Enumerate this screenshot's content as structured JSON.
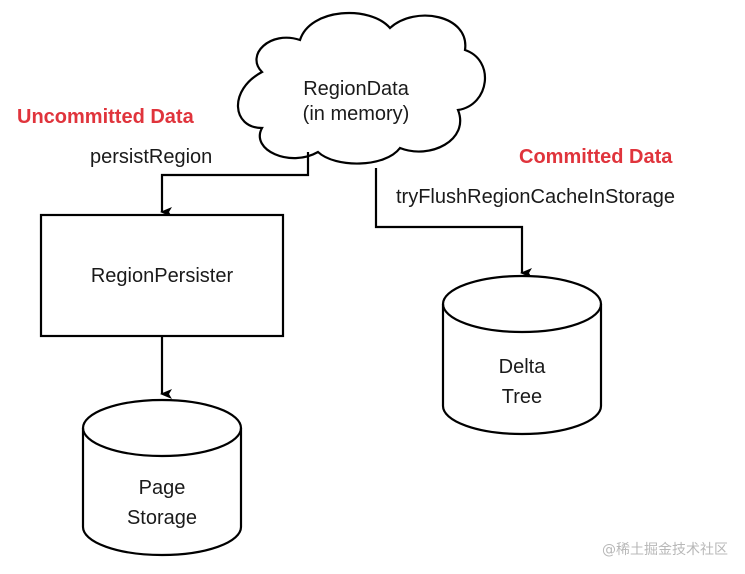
{
  "diagram": {
    "nodes": {
      "region_data": {
        "line1": "RegionData",
        "line2": "(in memory)",
        "shape": "cloud"
      },
      "region_persister": {
        "label": "RegionPersister",
        "shape": "rectangle"
      },
      "page_storage": {
        "line1": "Page",
        "line2": "Storage",
        "shape": "cylinder"
      },
      "delta_tree": {
        "line1": "Delta",
        "line2": "Tree",
        "shape": "cylinder"
      }
    },
    "edges": [
      {
        "from": "region_data",
        "to": "region_persister",
        "label": "persistRegion"
      },
      {
        "from": "region_data",
        "to": "delta_tree",
        "label": "tryFlushRegionCacheInStorage"
      },
      {
        "from": "region_persister",
        "to": "page_storage",
        "label": ""
      }
    ],
    "annotations": {
      "uncommitted": "Uncommitted Data",
      "committed": "Committed Data"
    },
    "colors": {
      "annotation": "#e0343c",
      "stroke": "#000000"
    }
  },
  "watermark": "@稀土掘金技术社区"
}
